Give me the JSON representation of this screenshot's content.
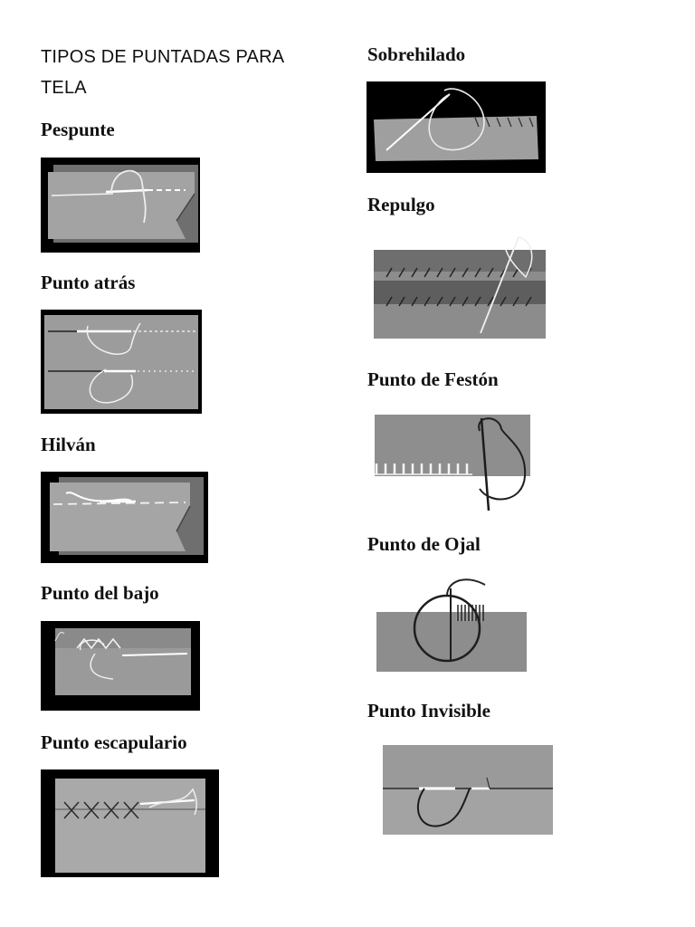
{
  "document": {
    "title": "TIPOS DE PUNTADAS PARA TELA"
  },
  "stitches": [
    {
      "name": "Pespunte",
      "illustration": "running-backstitch-illustration"
    },
    {
      "name": "Punto atrás",
      "illustration": "backstitch-illustration"
    },
    {
      "name": "Hilván",
      "illustration": "basting-illustration"
    },
    {
      "name": "Punto del bajo",
      "illustration": "hem-stitch-illustration"
    },
    {
      "name": "Punto escapulario",
      "illustration": "catch-stitch-illustration"
    },
    {
      "name": "Sobrehilado",
      "illustration": "overcast-illustration"
    },
    {
      "name": "Repulgo",
      "illustration": "whipstitch-illustration"
    },
    {
      "name": "Punto de Festón",
      "illustration": "blanket-stitch-illustration"
    },
    {
      "name": "Punto de Ojal",
      "illustration": "buttonhole-stitch-illustration"
    },
    {
      "name": "Punto Invisible",
      "illustration": "invisible-stitch-illustration"
    }
  ]
}
